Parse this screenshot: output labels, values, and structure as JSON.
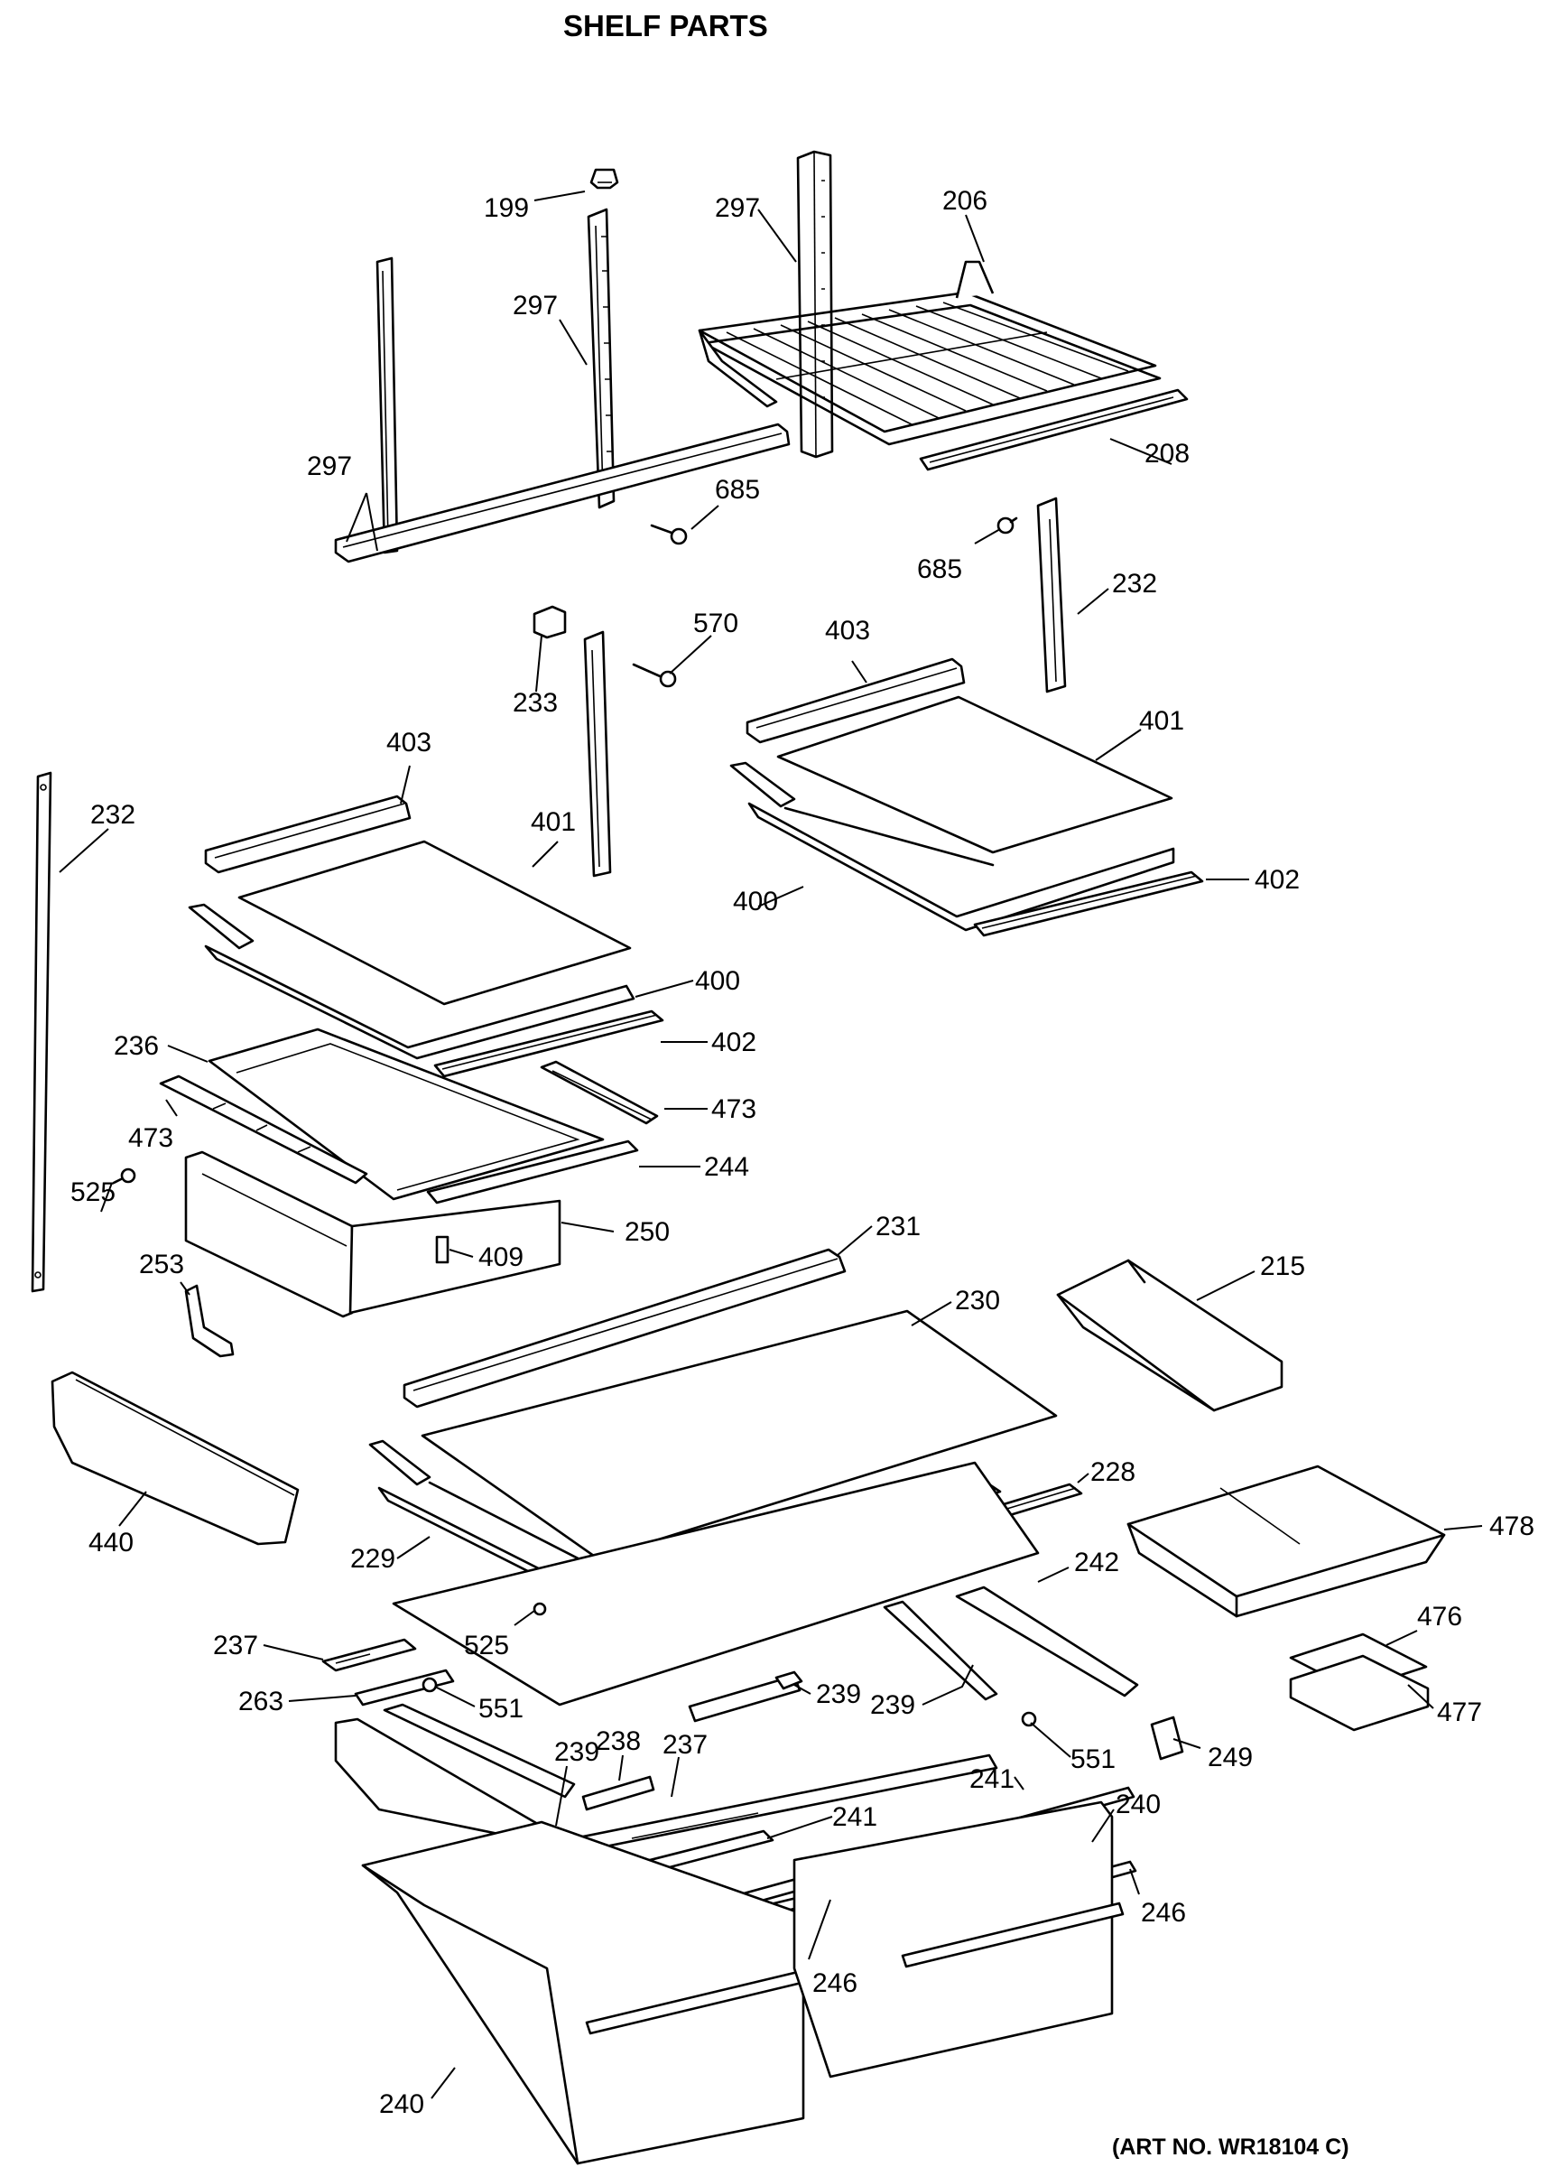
{
  "title": "SHELF PARTS",
  "art_no": "(ART NO. WR18104 C)",
  "labels": {
    "l199": "199",
    "l297a": "297",
    "l297b": "297",
    "l297c": "297",
    "l206": "206",
    "l208": "208",
    "l685a": "685",
    "l685b": "685",
    "l232a": "232",
    "l232b": "232",
    "l570": "570",
    "l233": "233",
    "l403a": "403",
    "l403b": "403",
    "l401a": "401",
    "l401b": "401",
    "l400a": "400",
    "l400b": "400",
    "l402a": "402",
    "l402b": "402",
    "l236": "236",
    "l473a": "473",
    "l473b": "473",
    "l525a": "525",
    "l244": "244",
    "l250": "250",
    "l409": "409",
    "l253": "253",
    "l231": "231",
    "l230": "230",
    "l215": "215",
    "l228": "228",
    "l478": "478",
    "l440": "440",
    "l229": "229",
    "l242": "242",
    "l237a": "237",
    "l525b": "525",
    "l263": "263",
    "l239a": "239",
    "l239b": "239",
    "l476": "476",
    "l551a": "551",
    "l551b": "551",
    "l477": "477",
    "l249": "249",
    "l238": "238",
    "l237b": "237",
    "l239c": "239",
    "l241a": "241",
    "l241b": "241",
    "l240a": "240",
    "l246a": "246",
    "l246b": "246",
    "l240b": "240"
  }
}
